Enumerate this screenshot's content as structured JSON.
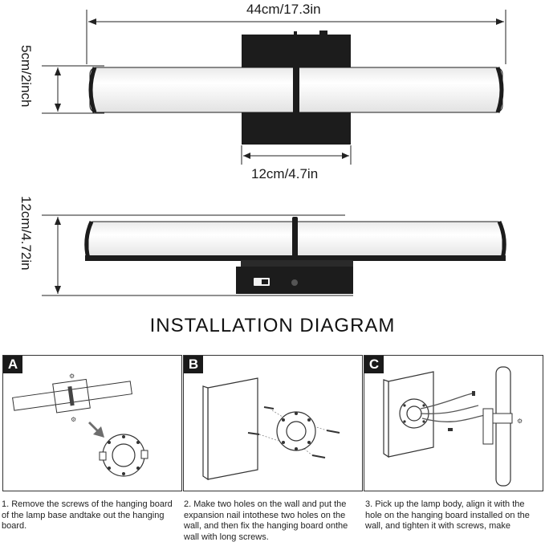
{
  "dimensions": {
    "width_label": "44cm/17.3in",
    "height_label": "5cm/2inch",
    "base_width_label": "12cm/4.7in",
    "depth_label": "12cm/4.72in"
  },
  "title": "INSTALLATION DIAGRAM",
  "steps": [
    {
      "badge": "A",
      "caption": "1. Remove the screws of the hanging board of the lamp base andtake out the hanging board."
    },
    {
      "badge": "B",
      "caption": "2. Make two holes on the wall and put the expansion nail intothese two holes on the wall, and then fix the hanging board onthe wall with long screws."
    },
    {
      "badge": "C",
      "caption": "3. Pick up the lamp body, align it with the hole on the hanging board installed on the wall, and tighten it with screws, make"
    }
  ],
  "colors": {
    "fixture": "#1c1c1c",
    "diffuser": "#ffffff",
    "line": "#222222",
    "arrow": "#6d6d6d"
  }
}
